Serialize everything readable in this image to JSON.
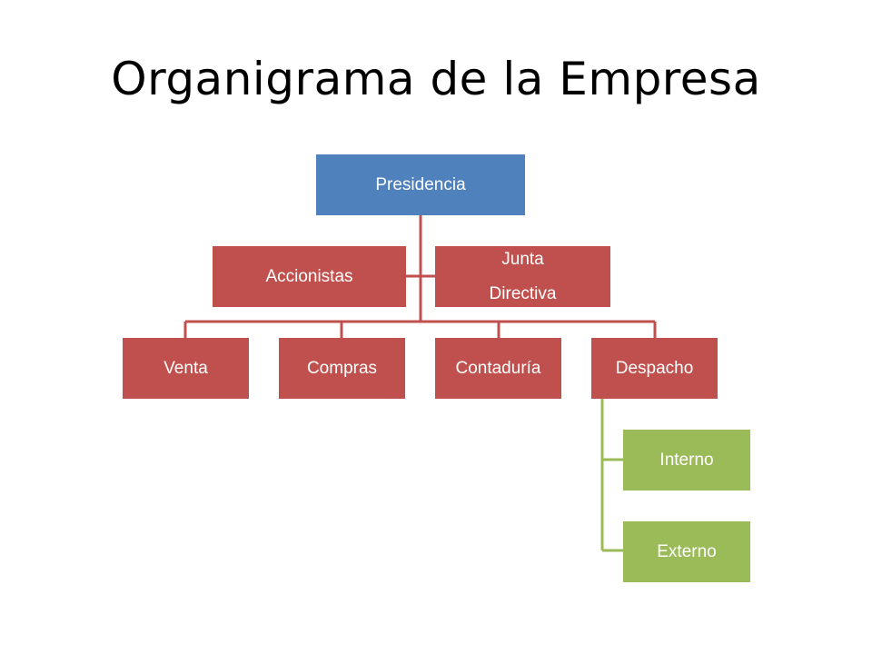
{
  "title": "Organigrama de la Empresa",
  "colors": {
    "top": "#4f81bd",
    "middle": "#c0504d",
    "sub": "#9bbb59",
    "connector_red": "#c0504d",
    "connector_green": "#9bbb59"
  },
  "nodes": {
    "presidencia": "Presidencia",
    "accionistas": "Accionistas",
    "junta": [
      "Junta",
      "Directiva"
    ],
    "departments": [
      "Venta",
      "Compras",
      "Contaduría",
      "Despacho"
    ],
    "despacho_children": [
      "Interno",
      "Externo"
    ]
  }
}
